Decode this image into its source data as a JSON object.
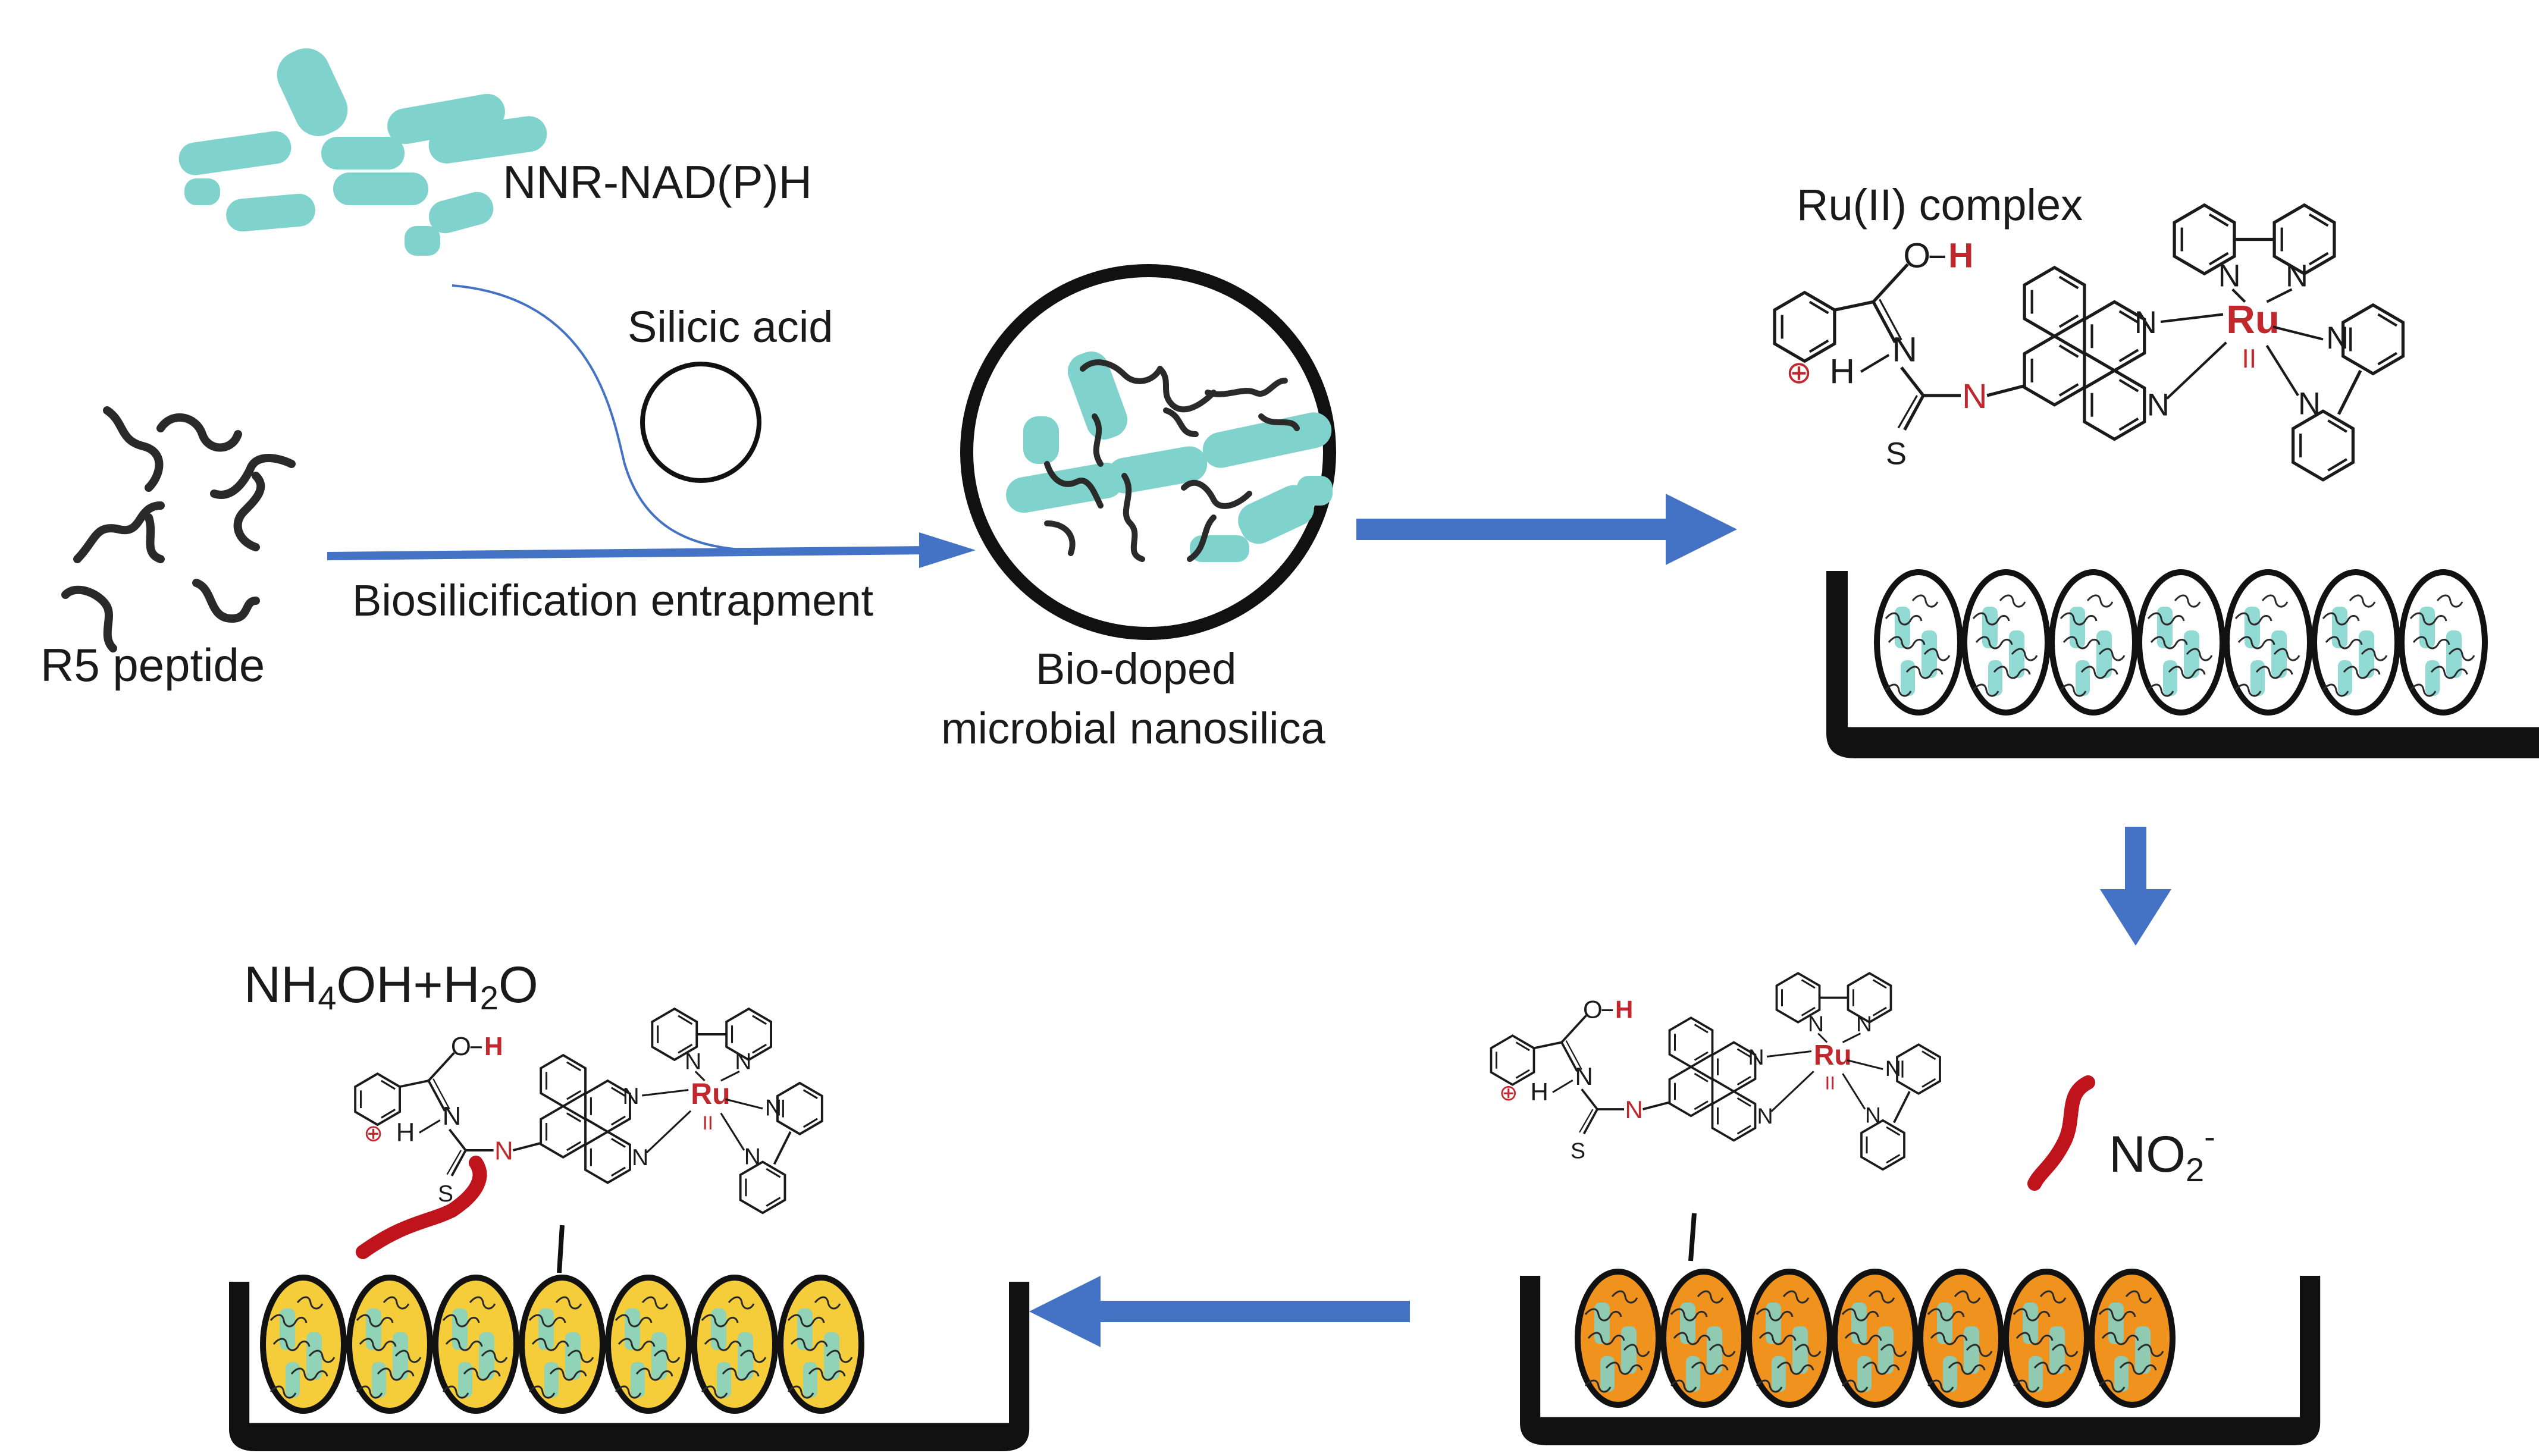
{
  "labels": {
    "enzyme": "NNR-NAD(P)H",
    "silicic_acid": "Silicic acid",
    "peptide": "R5 peptide",
    "process": "Biosilicification entrapment",
    "product_line1": "Bio-doped",
    "product_line2": "microbial nanosilica",
    "complex": "Ru(II) complex",
    "products_a": "NH",
    "products_sub1": "4",
    "products_b": "OH+H",
    "products_sub2": "2",
    "products_c": "O",
    "nitrite": "NO",
    "nitrite_sub": "2",
    "nitrite_sup": "-"
  },
  "chem": {
    "ru": "Ru",
    "ox": "II",
    "N": "N",
    "O": "O",
    "H": "H",
    "S": "S",
    "OH_H": "H",
    "charge": "⊕"
  },
  "colors": {
    "arrow": "#4472c4",
    "microbe": "#7fd3cc",
    "ru_red": "#c0282d",
    "nitrite_red": "#c0141c",
    "bead_orange": "#f0931e",
    "bead_yellow": "#f5cd3a",
    "well": "#111111"
  }
}
